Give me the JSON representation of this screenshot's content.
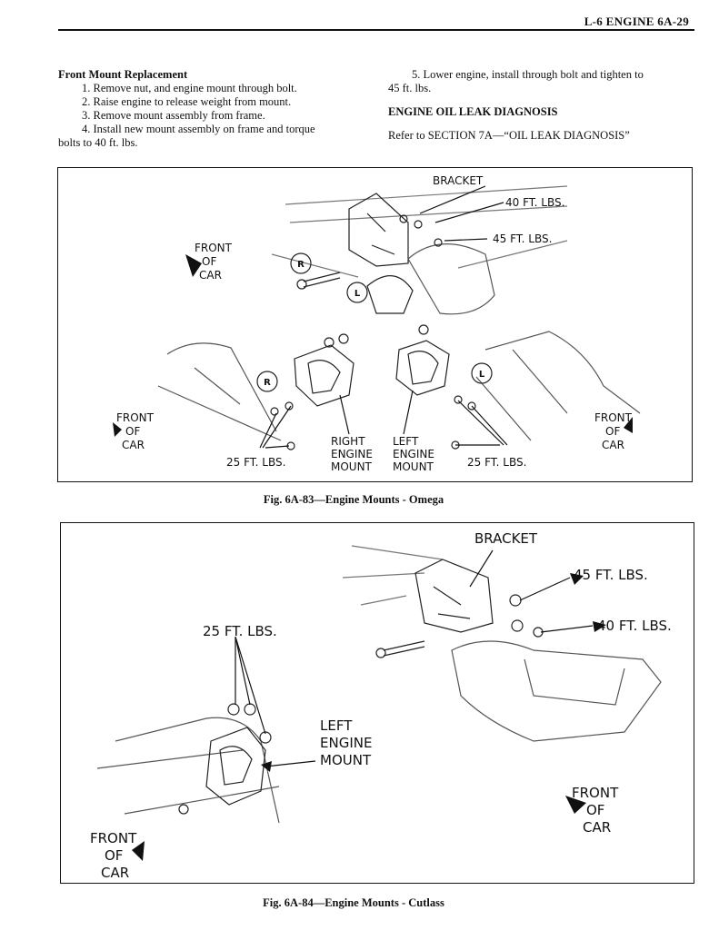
{
  "header": {
    "running_head": "L-6 ENGINE  6A-29"
  },
  "left_column": {
    "heading": "Front Mount Replacement",
    "steps": [
      "1. Remove nut, and engine mount through bolt.",
      "2. Raise engine to release weight from mount.",
      "3. Remove mount assembly from frame.",
      "4. Install new mount assembly on frame and torque"
    ],
    "continuation": "bolts to 40 ft. lbs."
  },
  "right_column": {
    "step5_line1": "5. Lower engine, install through bolt and tighten to",
    "step5_line2": "45 ft. lbs.",
    "heading": "ENGINE OIL LEAK DIAGNOSIS",
    "reference": "Refer to SECTION 7A—“OIL LEAK DIAGNOSIS”"
  },
  "figure_1": {
    "caption": "Fig. 6A-83—Engine Mounts - Omega",
    "labels": {
      "bracket": "BRACKET",
      "torque_40": "40 FT. LBS.",
      "torque_45": "45 FT. LBS.",
      "torque_25_left": "25 FT. LBS.",
      "torque_25_right": "25 FT. LBS.",
      "front_top": [
        "FRONT",
        "OF",
        "CAR"
      ],
      "front_left": [
        "FRONT",
        "OF",
        "CAR"
      ],
      "front_right": [
        "FRONT",
        "OF",
        "CAR"
      ],
      "right_mount": [
        "RIGHT",
        "ENGINE",
        "MOUNT"
      ],
      "left_mount": [
        "LEFT",
        "ENGINE",
        "MOUNT"
      ],
      "circle_r": "R",
      "circle_l": "L"
    }
  },
  "figure_2": {
    "caption": "Fig. 6A-84—Engine Mounts - Cutlass",
    "labels": {
      "bracket": "BRACKET",
      "torque_45": "45 FT. LBS.",
      "torque_40": "40 FT. LBS.",
      "torque_25": "25 FT. LBS.",
      "left_mount": [
        "LEFT",
        "ENGINE",
        "MOUNT"
      ],
      "front_right": [
        "FRONT",
        "OF",
        "CAR"
      ],
      "front_left": [
        "FRONT",
        "OF",
        "CAR"
      ]
    }
  }
}
